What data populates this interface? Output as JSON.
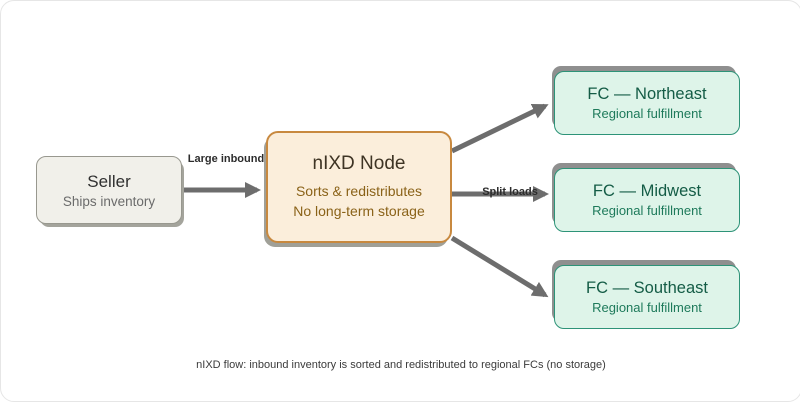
{
  "diagram": {
    "seller": {
      "title": "Seller",
      "subtitle": "Ships inventory"
    },
    "node": {
      "title": "nIXD Node",
      "line1": "Sorts & redistributes",
      "line2": "No long-term storage"
    },
    "fcs": [
      {
        "title": "FC — Northeast",
        "subtitle": "Regional fulfillment"
      },
      {
        "title": "FC — Midwest",
        "subtitle": "Regional fulfillment"
      },
      {
        "title": "FC — Southeast",
        "subtitle": "Regional fulfillment"
      }
    ],
    "edge_labels": {
      "inbound": "Large inbound",
      "split": "Split loads"
    },
    "caption": "nIXD flow: inbound inventory is sorted and redistributed to regional FCs (no storage)",
    "colors": {
      "seller_fill": "#f1f0ea",
      "seller_border": "#98988f",
      "node_fill": "#fbeedb",
      "node_border": "#c8893f",
      "node_text": "#8a6218",
      "fc_fill": "#def4e9",
      "fc_border": "#2d9378",
      "fc_text": "#145c46",
      "connector": "#6d6d6d"
    }
  }
}
